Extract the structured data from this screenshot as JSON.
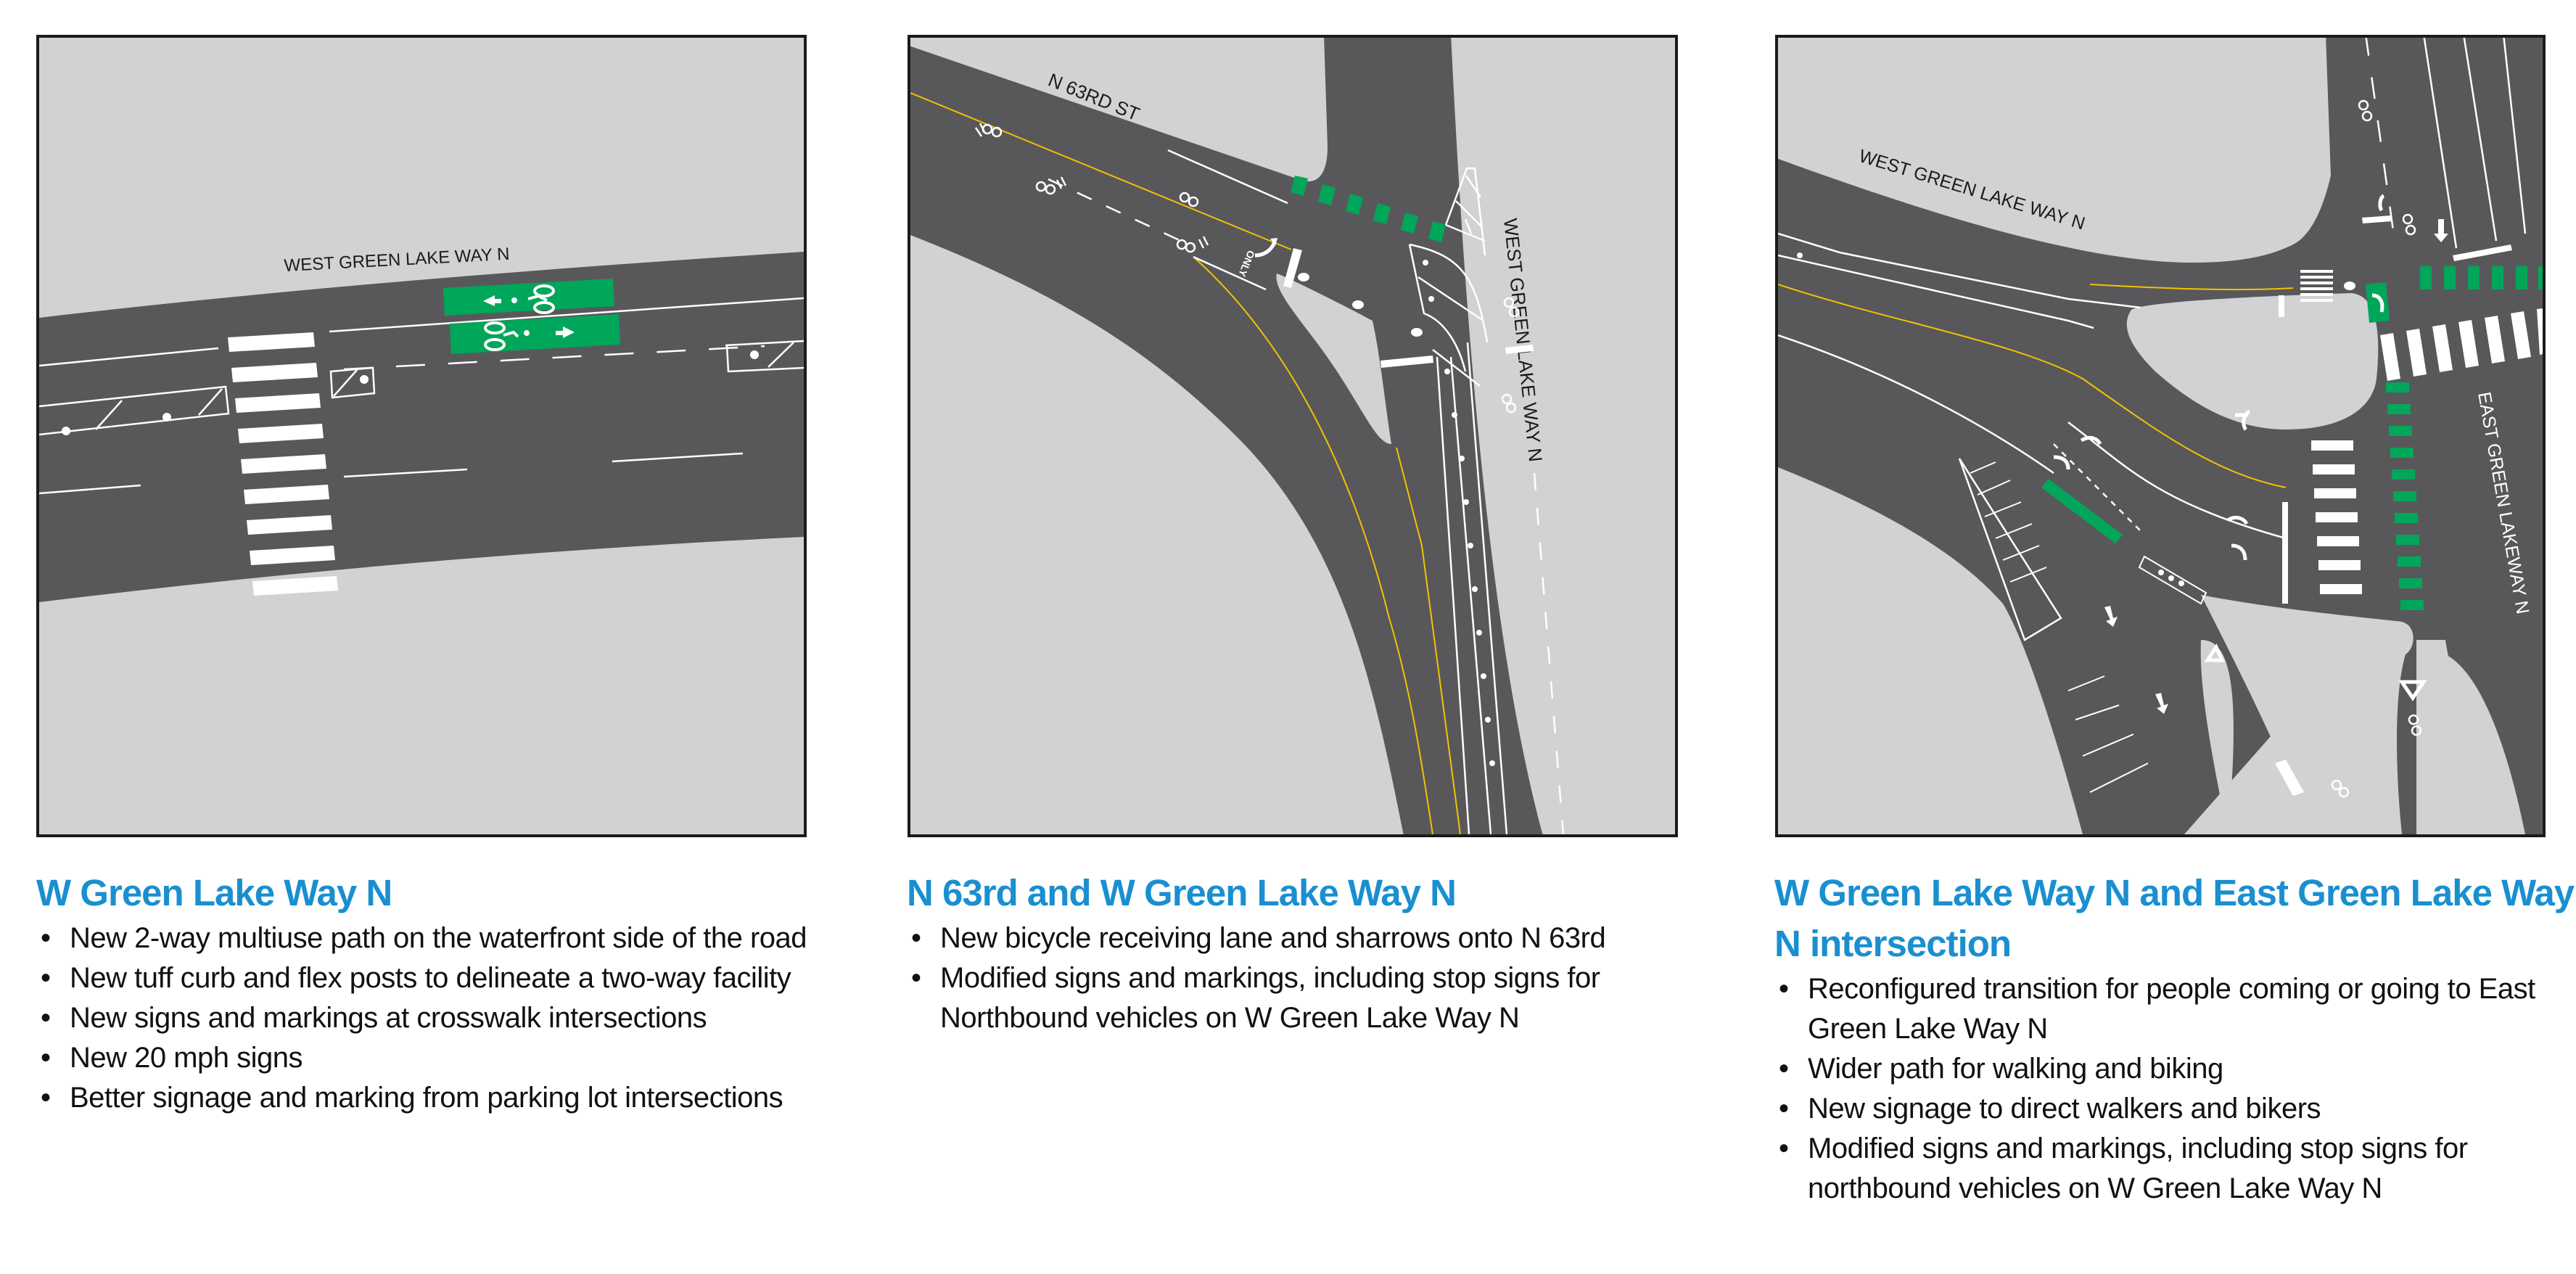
{
  "colors": {
    "heading_blue": "#1a8fd0",
    "road_gray": "#58585a",
    "ground_gray": "#d1d2d4",
    "bike_green": "#00a65a",
    "centerline_yellow": "#f2c200",
    "marking_white": "#ffffff",
    "border_black": "#1b1b1b"
  },
  "panels": [
    {
      "map": {
        "street_labels": [
          "WEST GREEN LAKE WAY N"
        ],
        "features": [
          "two-way bike lane green markings with bicycle symbols and arrows",
          "crosswalk",
          "flex post buffers",
          "lane lines"
        ]
      },
      "caption": {
        "title": "W Green Lake Way N",
        "bullets": [
          "New 2-way multiuse path on the waterfront side of the road",
          "New tuff curb and flex posts to delineate a two-way facility",
          "New signs and markings at crosswalk intersections",
          "New 20 mph signs",
          "Better signage and marking from parking lot intersections"
        ]
      }
    },
    {
      "map": {
        "street_labels": [
          "N 63RD ST",
          "WEST GREEN LAKE WAY N"
        ],
        "turn_marking_text": "ONLY",
        "features": [
          "sharrows",
          "bike receiving lane",
          "green crossing markings",
          "stop bars",
          "yellow centerline",
          "flex post buffer"
        ]
      },
      "caption": {
        "title": "N 63rd and W Green Lake Way N",
        "bullets": [
          "New bicycle receiving lane and sharrows onto N 63rd",
          "Modified signs and markings, including stop signs for Northbound vehicles on W Green Lake Way N"
        ]
      }
    },
    {
      "map": {
        "street_labels": [
          "WEST GREEN LAKE WAY N",
          "EAST GREEN LAKEWAY N"
        ],
        "features": [
          "green bike crossing markings",
          "crosswalks",
          "yield triangles",
          "turn arrows",
          "bike lane symbols"
        ]
      },
      "caption": {
        "title": "W Green Lake Way N and East Green Lake Way N intersection",
        "bullets": [
          "Reconfigured transition for people coming or going to East Green Lake Way N",
          "Wider path for walking and biking",
          "New signage to direct walkers and bikers",
          "Modified signs and markings, including stop signs for northbound vehicles on W Green Lake Way N"
        ]
      }
    }
  ],
  "bullet_glyph": "•"
}
